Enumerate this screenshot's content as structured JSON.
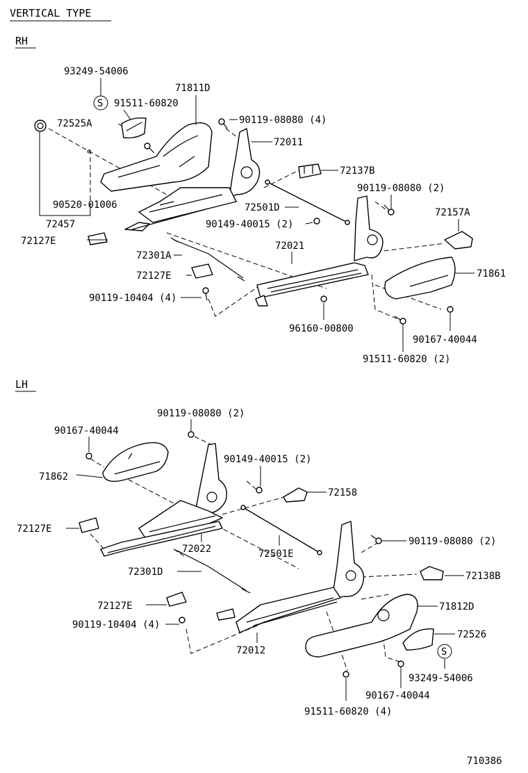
{
  "title": "VERTICAL TYPE",
  "figure_number": "710386",
  "rh": {
    "heading": "RH",
    "labels": {
      "p93249_54006": "93249-54006",
      "s_mark": "S",
      "p71811D": "71811D",
      "p91511_60820": "91511-60820",
      "p72525A": "72525A",
      "p90119_08080_4": "90119-08080 (4)",
      "p72011": "72011",
      "p72137B": "72137B",
      "p90119_08080_2": "90119-08080 (2)",
      "p72157A": "72157A",
      "p90520_01006": "90520-01006",
      "p72501D": "72501D",
      "p90149_40015_2": "90149-40015 (2)",
      "p72457": "72457",
      "p72127E_a": "72127E",
      "p72021": "72021",
      "p72301A": "72301A",
      "p71861": "71861",
      "p72127E_b": "72127E",
      "p90119_10404_4": "90119-10404 (4)",
      "p96160_00800": "96160-00800",
      "p90167_40044": "90167-40044",
      "p91511_60820_2": "91511-60820 (2)"
    }
  },
  "lh": {
    "heading": "LH",
    "labels": {
      "p90119_08080_2a": "90119-08080 (2)",
      "p90167_40044a": "90167-40044",
      "p90149_40015_2": "90149-40015 (2)",
      "p71862": "71862",
      "p72158": "72158",
      "p72127E_a": "72127E",
      "p72022": "72022",
      "p72501E": "72501E",
      "p90119_08080_2b": "90119-08080 (2)",
      "p72301D": "72301D",
      "p72138B": "72138B",
      "p72127E_b": "72127E",
      "p71812D": "71812D",
      "p90119_10404_4": "90119-10404 (4)",
      "p72012": "72012",
      "p72526": "72526",
      "s_mark": "S",
      "p93249_54006": "93249-54006",
      "p90167_40044b": "90167-40044",
      "p91511_60820_4": "91511-60820 (4)"
    }
  }
}
